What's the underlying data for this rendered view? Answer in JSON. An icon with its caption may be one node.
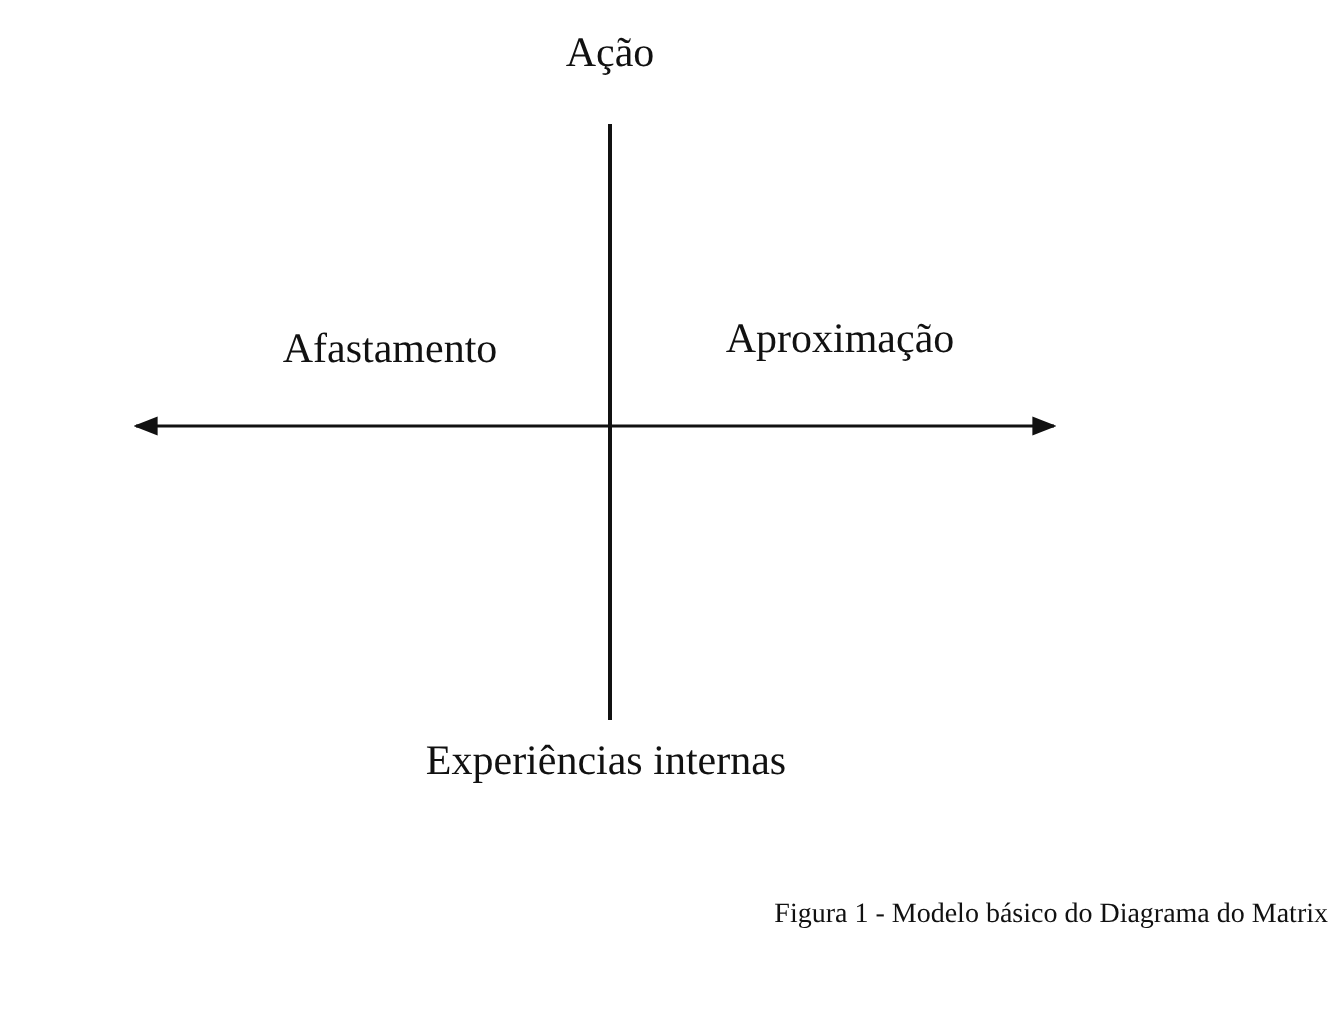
{
  "diagram": {
    "caption": "Figura 1 - Modelo básico do Diagrama do Matrix",
    "labels": [
      "Ação",
      "Afastamento",
      "Aproximação",
      "Experiências internas"
    ]
  }
}
